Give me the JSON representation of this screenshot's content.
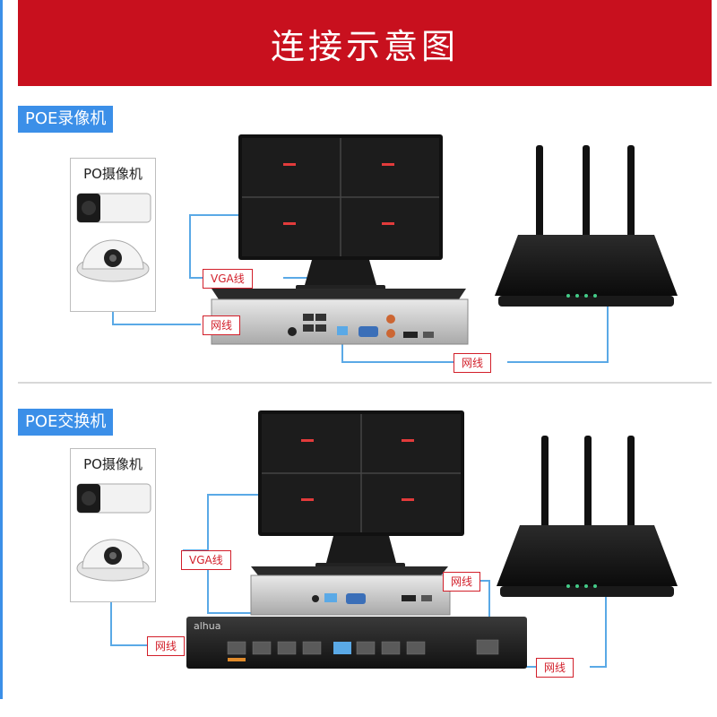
{
  "header": {
    "title": "连接示意图"
  },
  "sections": [
    {
      "tag": "POE录像机",
      "camera_card_title": "PO摄像机",
      "labels": {
        "vga": "VGA线",
        "net_left": "网线",
        "net_right": "网线"
      }
    },
    {
      "tag": "POE交换机",
      "camera_card_title": "PO摄像机",
      "labels": {
        "vga": "VGA线",
        "net_left": "网线",
        "net_top": "网线",
        "net_right": "网线"
      }
    }
  ],
  "brand_text": "alhua",
  "colors": {
    "header_bg": "#c8101e",
    "accent_blue": "#3b8fe8",
    "cable_blue": "#5aa9e6",
    "label_red": "#d21f2a",
    "device_dark": "#1e1e1e"
  },
  "icons": [
    "monitor-icon",
    "router-icon",
    "bullet-camera-icon",
    "dome-camera-icon",
    "nvr-icon",
    "poe-switch-icon"
  ]
}
